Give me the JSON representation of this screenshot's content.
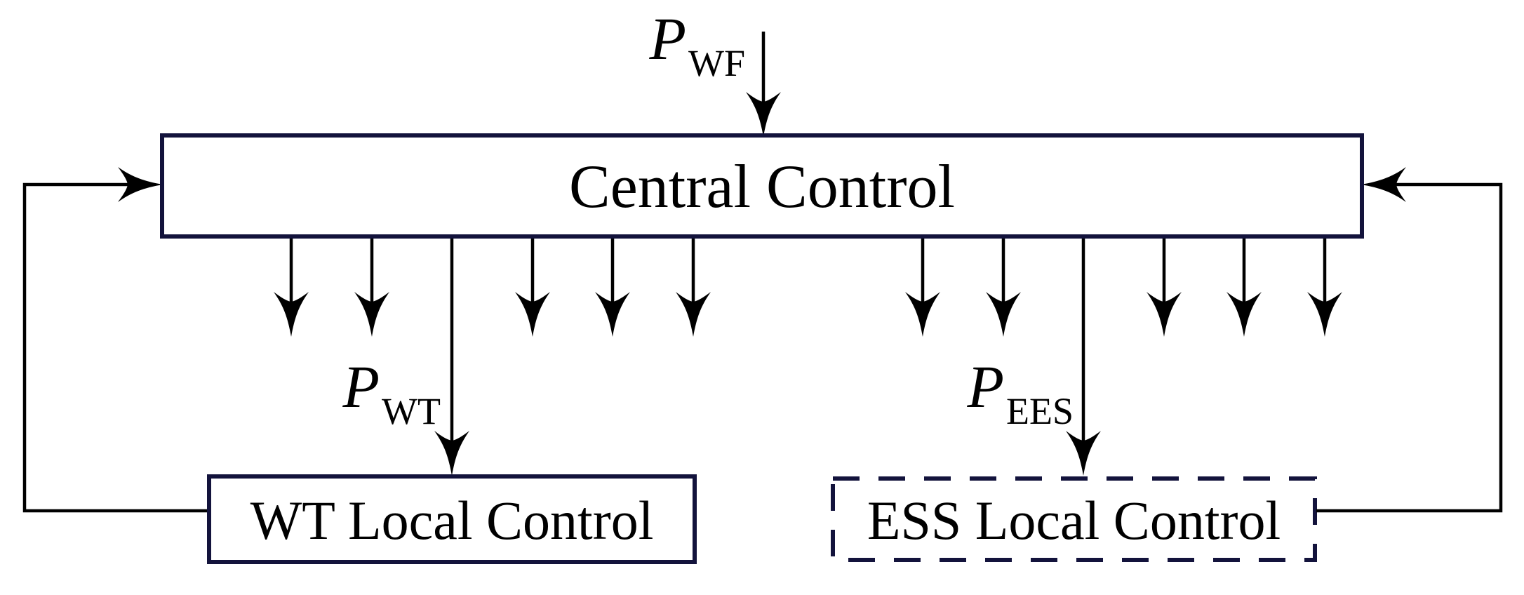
{
  "nodes": {
    "central": {
      "label": "Central Control"
    },
    "wt": {
      "label": "WT Local Control"
    },
    "ess": {
      "label": "ESS Local Control"
    }
  },
  "signals": {
    "p_wf": {
      "base": "P",
      "sub": "WF"
    },
    "p_wt": {
      "base": "P",
      "sub": "WT"
    },
    "p_ees": {
      "base": "P",
      "sub": "EES"
    }
  },
  "edges": [
    {
      "from": "wind-farm-input",
      "to": "central",
      "label": "P_WF"
    },
    {
      "from": "central",
      "to": "wt",
      "label": "P_WT"
    },
    {
      "from": "central",
      "to": "ess",
      "label": "P_EES"
    },
    {
      "from": "wt",
      "to": "central",
      "label": ""
    },
    {
      "from": "ess",
      "to": "central",
      "label": ""
    }
  ],
  "arrows": {
    "broadcast_down_count": 10
  },
  "style": {
    "border_color": "#13133c",
    "line_color": "#000000",
    "text_color": "#000000",
    "background": "#ffffff",
    "ess_border_style": "dashed",
    "wt_border_style": "solid"
  }
}
